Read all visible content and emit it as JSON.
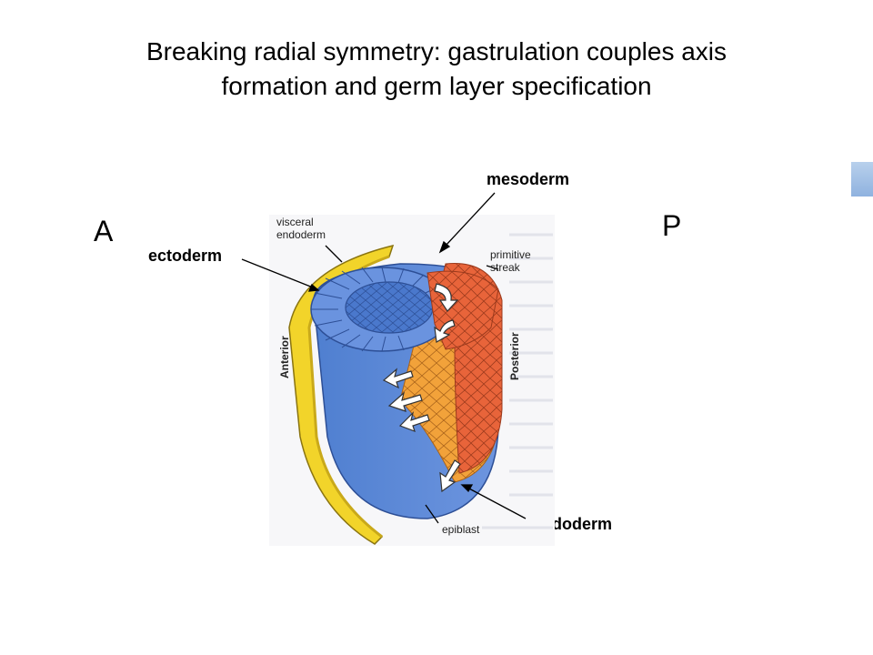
{
  "title": {
    "line1": "Breaking radial symmetry: gastrulation couples axis",
    "line2": "formation and germ layer specification"
  },
  "axis_labels": {
    "anterior": "A",
    "posterior": "P"
  },
  "callouts": {
    "mesoderm": "mesoderm",
    "ectoderm": "ectoderm",
    "endoderm": "endoderm"
  },
  "figure_labels": {
    "visceral_endoderm_1": "visceral",
    "visceral_endoderm_2": "endoderm",
    "primitive_streak_1": "primitive",
    "primitive_streak_2": "streak",
    "anterior": "Anterior",
    "posterior": "Posterior",
    "epiblast": "epiblast"
  },
  "colors": {
    "ectoderm_blue": "#5b86d6",
    "visceral_yellow": "#f2d42a",
    "mesoderm_orange": "#f2a23a",
    "streak_red": "#e8643a",
    "arrow_white": "#ffffff"
  }
}
